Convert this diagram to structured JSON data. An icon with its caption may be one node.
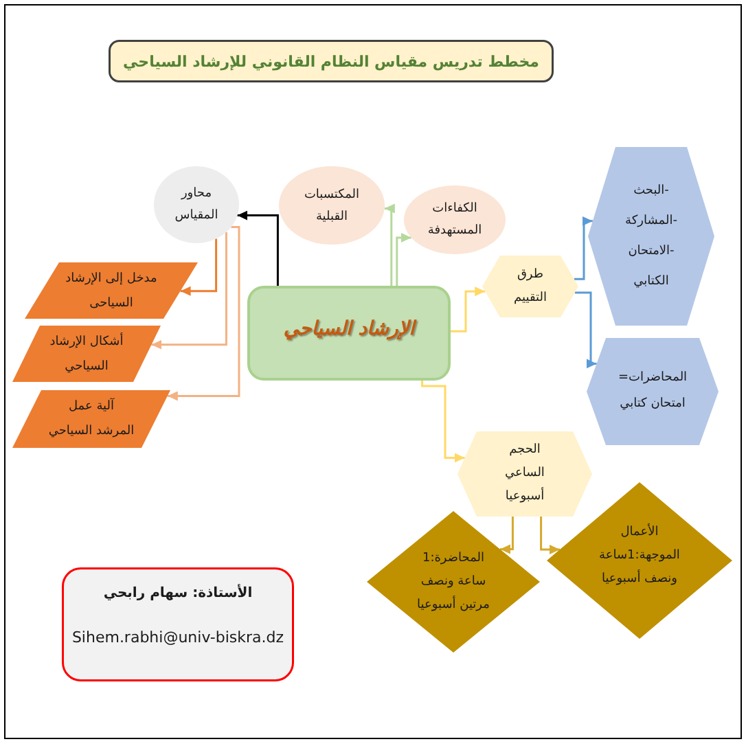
{
  "diagram": {
    "nodes": [
      {
        "text": [
          "مخطط تدريس مقياس النظام القانوني للإرشاد السياحي"
        ]
      },
      {
        "text": [
          "الإرشاد السياحي"
        ]
      },
      {
        "text": [
          "محاور المقياس"
        ]
      },
      {
        "text": [
          "مدخل إلى الإرشاد السياحى"
        ]
      },
      {
        "text": [
          "أشكال الإرشاد السياحي"
        ]
      },
      {
        "text": [
          "آلية عمل المرشد السياحي"
        ]
      },
      {
        "text": [
          "المكتسبات القبلية"
        ]
      },
      {
        "text": [
          "الكفاءات المستهدفة"
        ]
      },
      {
        "text": [
          "طرق التقييم"
        ]
      },
      {
        "text": [
          "-البحث -المشاركة -الامتحان الكتابي"
        ]
      },
      {
        "text": [
          "المحاضرات= امتحان كتابي"
        ]
      },
      {
        "text": [
          "الحجم الساعي أسبوعيا"
        ]
      },
      {
        "text": [
          "المحاضرة:1 ساعة ونصف مرتين أسبوعيا"
        ]
      },
      {
        "text": [
          "الأعمال الموجهة:1ساعة ونصف أسبوعيا"
        ]
      },
      {
        "text": [
          "الأستاذة: سهام رابحي",
          "Sihem.rabhi@univ-biskra.dz"
        ]
      }
    ],
    "edges": [
      {
        "from": 1,
        "to": 2,
        "arrow": "to",
        "color": "#000000"
      },
      {
        "from": 2,
        "to": 3,
        "arrow": "to",
        "color": "#ed7d31"
      },
      {
        "from": 2,
        "to": 4,
        "arrow": "to",
        "color": "#f4b183"
      },
      {
        "from": 2,
        "to": 5,
        "arrow": "to",
        "color": "#f4b183"
      },
      {
        "from": 1,
        "to": 6,
        "arrow": "to",
        "color": "#b5d99c"
      },
      {
        "from": 1,
        "to": 7,
        "arrow": "to",
        "color": "#b5d99c"
      },
      {
        "from": 1,
        "to": 8,
        "arrow": "to",
        "color": "#ffd966"
      },
      {
        "from": 8,
        "to": 9,
        "arrow": "to",
        "color": "#5b9bd5"
      },
      {
        "from": 8,
        "to": 10,
        "arrow": "to",
        "color": "#5b9bd5"
      },
      {
        "from": 1,
        "to": 11,
        "arrow": "to",
        "color": "#ffd966"
      },
      {
        "from": 11,
        "to": 12,
        "arrow": "to",
        "color": "#d6a92c"
      },
      {
        "from": 11,
        "to": 13,
        "arrow": "to",
        "color": "#d6a92c"
      }
    ]
  }
}
